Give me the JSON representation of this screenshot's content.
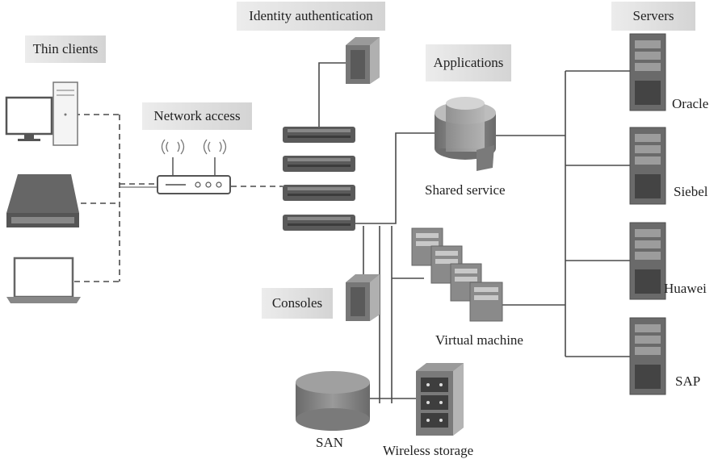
{
  "labels": {
    "thin_clients": "Thin clients",
    "network_access": "Network access",
    "identity_authentication": "Identity authentication",
    "applications": "Applications",
    "servers": "Servers",
    "shared_service": "Shared service",
    "consoles": "Consoles",
    "virtual_machine": "Virtual machine",
    "san": "SAN",
    "wireless_storage": "Wireless storage"
  },
  "servers": [
    {
      "name": "Oracle"
    },
    {
      "name": "Siebel"
    },
    {
      "name": "Huawei"
    },
    {
      "name": "SAP"
    }
  ],
  "colors": {
    "line": "#4a4a4a",
    "device_dark": "#5e5e5e",
    "device_mid": "#8a8a8a",
    "device_light": "#bdbdbd",
    "label_box_from": "#ececec",
    "label_box_to": "#d4d4d4"
  }
}
